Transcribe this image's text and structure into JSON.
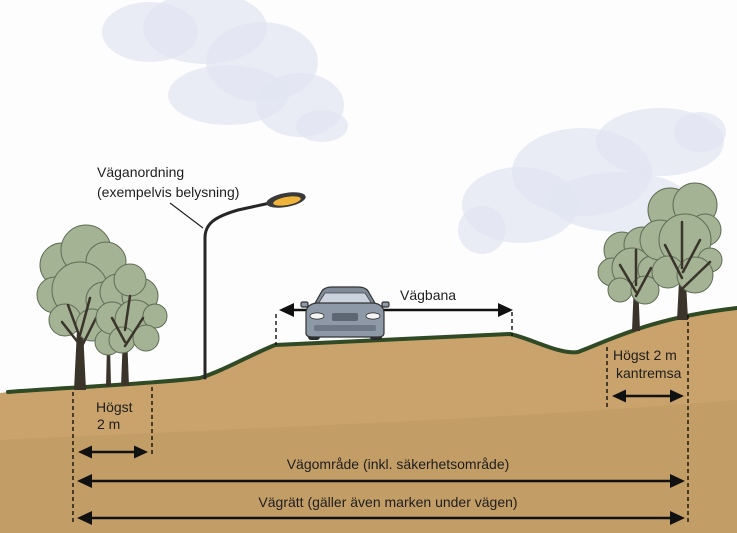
{
  "labels": {
    "fixture_title": "Väganordning",
    "fixture_subtitle": "(exempelvis belysning)",
    "carriageway": "Vägbana",
    "edge_strip_line1": "Högst 2 m",
    "edge_strip_line2": "kantremsa",
    "left_strip_line1": "Högst",
    "left_strip_line2": "2 m",
    "road_area": "Vägområde (inkl. säkerhetsområde)",
    "road_right": "Vägrätt (gäller även marken under vägen)"
  },
  "colors": {
    "sky": "#fdfdfe",
    "cloud": "#e2e5f1",
    "ground": "#c9a36b",
    "grass": "#2f4a25",
    "canopy": "#a3b394",
    "canopy-edge": "#5f6c55",
    "trunk": "#3b342b",
    "car": "#8e99a8",
    "lamp": "#f1b43a",
    "ink": "#1e1e1e"
  },
  "icons": {
    "tree": "tree-icon",
    "car": "car-icon",
    "street_light": "street-light-icon",
    "cloud": "cloud-icon"
  }
}
